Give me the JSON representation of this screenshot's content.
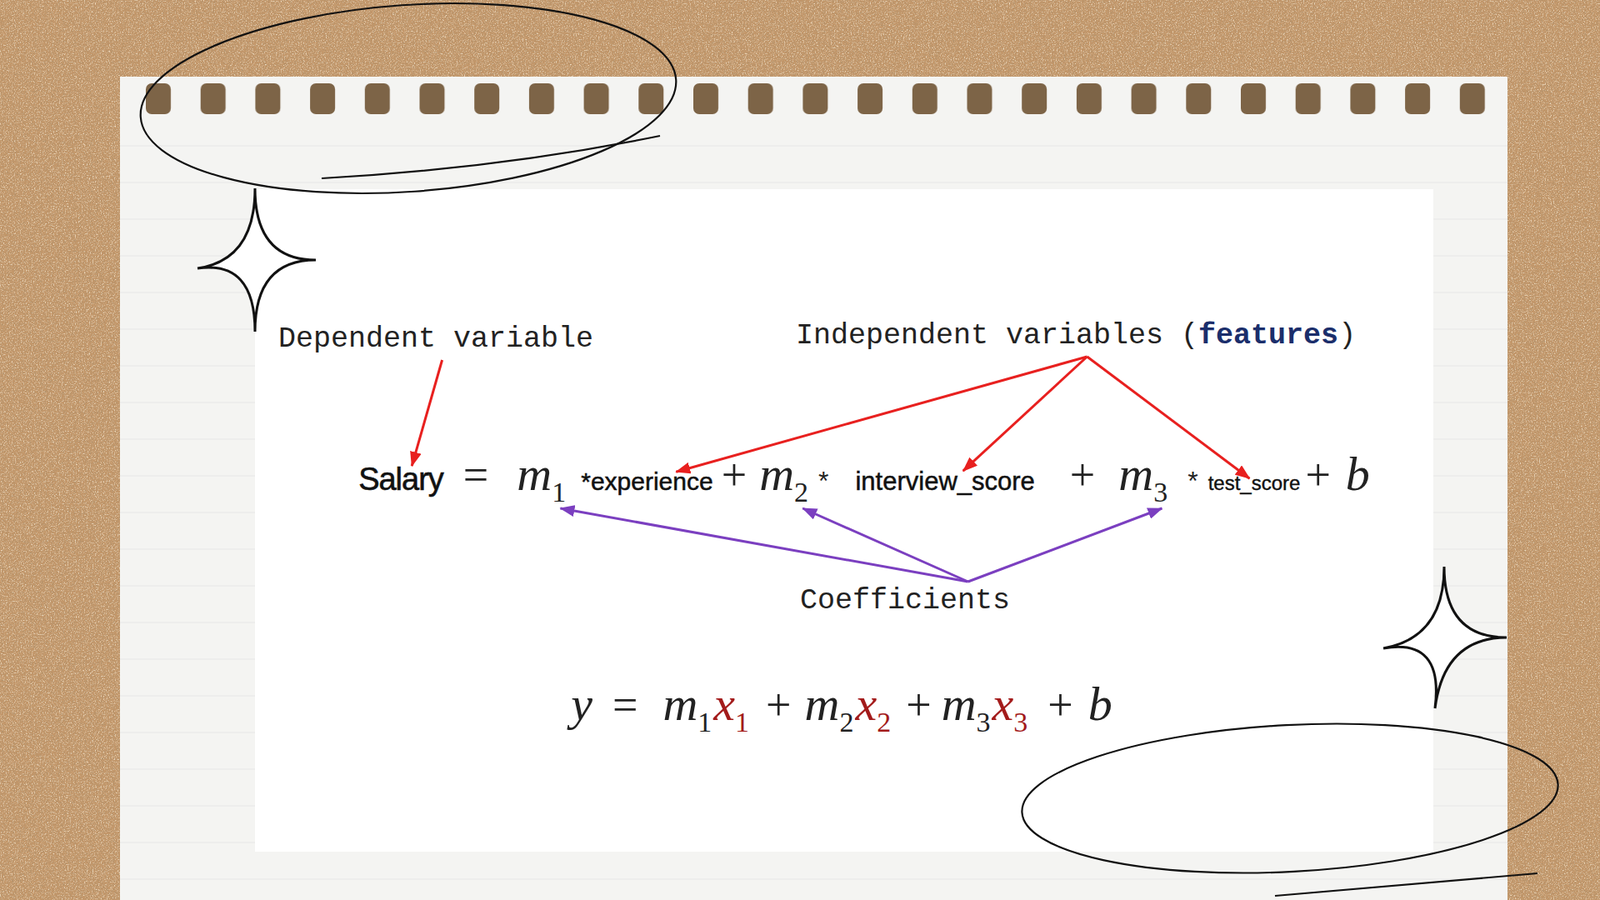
{
  "diagram": {
    "labels": [
      "Dependent variable",
      "Independent variables (",
      "features",
      ")",
      "Salary",
      "=",
      "m",
      "1",
      "*experience",
      "+",
      "m",
      "2",
      "*",
      "interview_score",
      "+",
      "m",
      "3",
      "*",
      "test_score",
      "+",
      "b",
      "Coefficients",
      "y",
      "=",
      "m",
      "1",
      "x",
      "1",
      "+",
      "m",
      "2",
      "x",
      "2",
      "+",
      "m",
      "3",
      "x",
      "3",
      "+",
      "b"
    ]
  }
}
